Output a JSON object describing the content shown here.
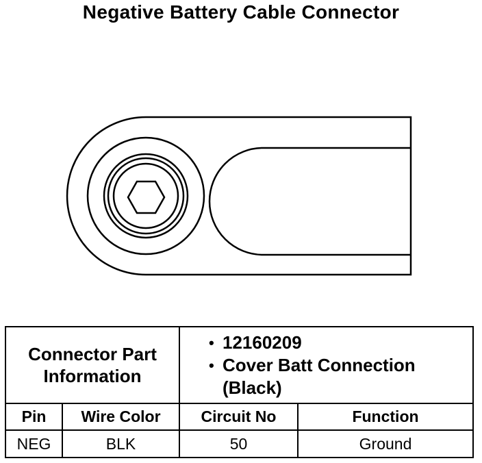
{
  "title": "Negative Battery Cable Connector",
  "connector": {
    "label_line1": "Connector Part",
    "label_line2": "Information",
    "part_number": "12160209",
    "description_line1": "Cover Batt Connection",
    "description_line2": "(Black)"
  },
  "table": {
    "headers": [
      "Pin",
      "Wire Color",
      "Circuit No",
      "Function"
    ],
    "rows": [
      [
        "NEG",
        "BLK",
        "50",
        "Ground"
      ]
    ]
  }
}
